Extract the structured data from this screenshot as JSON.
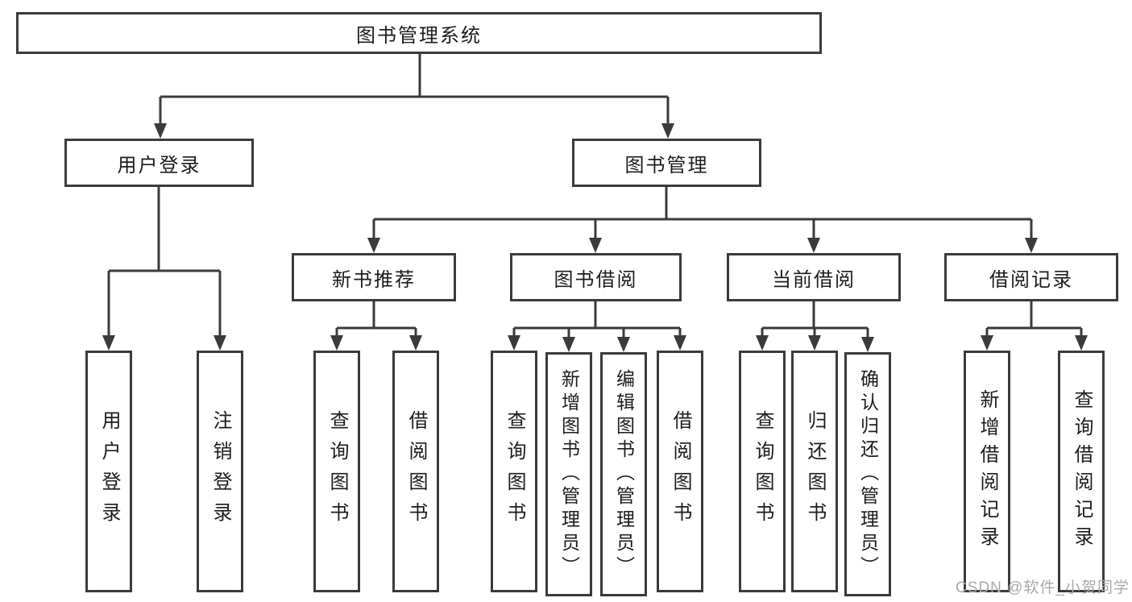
{
  "tree": {
    "label": "图书管理系统",
    "children": [
      {
        "label": "用户登录",
        "children": [
          {
            "label": "用户登录"
          },
          {
            "label": "注销登录"
          }
        ]
      },
      {
        "label": "图书管理",
        "children": [
          {
            "label": "新书推荐",
            "children": [
              {
                "label": "查询图书"
              },
              {
                "label": "借阅图书"
              }
            ]
          },
          {
            "label": "图书借阅",
            "children": [
              {
                "label": "查询图书"
              },
              {
                "label": "新增图书（管理员）"
              },
              {
                "label": "编辑图书（管理员）"
              },
              {
                "label": "借阅图书"
              }
            ]
          },
          {
            "label": "当前借阅",
            "children": [
              {
                "label": "查询图书"
              },
              {
                "label": "归还图书"
              },
              {
                "label": "确认归还（管理员）"
              }
            ]
          },
          {
            "label": "借阅记录",
            "children": [
              {
                "label": "新增借阅记录"
              },
              {
                "label": "查询借阅记录"
              }
            ]
          }
        ]
      }
    ]
  },
  "watermark": "CSDN @软件_小贺同学",
  "colors": {
    "line": "#3b3b3b",
    "text": "#1c1c1c",
    "background": "#ffffff",
    "watermark": "#a9a9a9"
  }
}
